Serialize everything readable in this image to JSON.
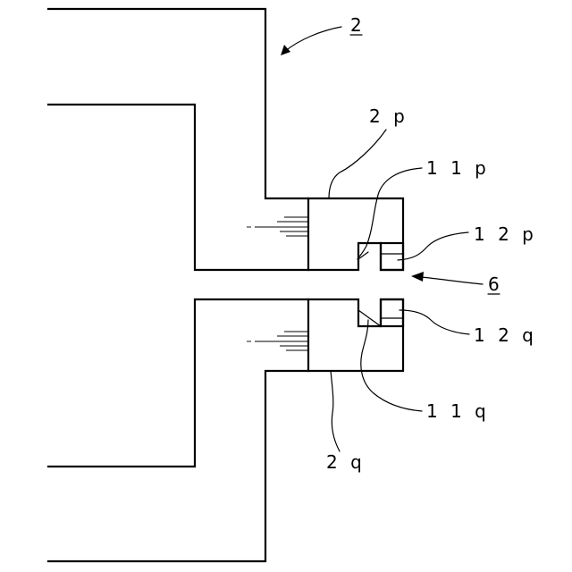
{
  "figure": {
    "labels": {
      "ref_2": "2",
      "ref_2p": "2 p",
      "ref_11p": "1 1 p",
      "ref_12p": "1 2 p",
      "ref_6": "6",
      "ref_12q": "1 2 q",
      "ref_11q": "1 1 q",
      "ref_2q": "2 q"
    }
  }
}
